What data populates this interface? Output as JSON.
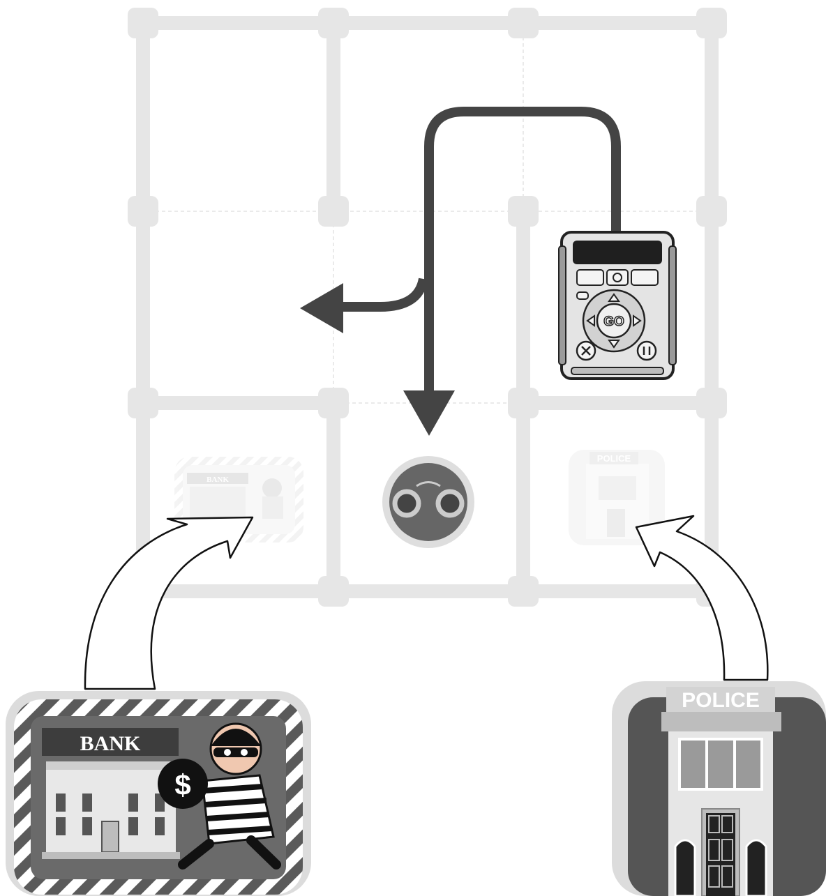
{
  "colors": {
    "grid": "#e6e6e6",
    "grid_dash": "#d9d9d9",
    "path": "#444444",
    "card_dark": "#5a5a5a",
    "card_light": "#dcdcdc",
    "robot_body": "#e2e2e2",
    "robot_dark": "#222222"
  },
  "icons": {
    "robot": "code-robot-icon",
    "handcuffs": "handcuffs-icon",
    "bank": "bank-robber-icon",
    "police": "police-station-icon"
  },
  "robot": {
    "go_label": "GO"
  },
  "bank_card": {
    "label": "BANK",
    "money_symbol": "$"
  },
  "police_card": {
    "label": "POLICE"
  },
  "grid_tiles": {
    "bank_label": "BANK",
    "police_label": "POLICE"
  }
}
